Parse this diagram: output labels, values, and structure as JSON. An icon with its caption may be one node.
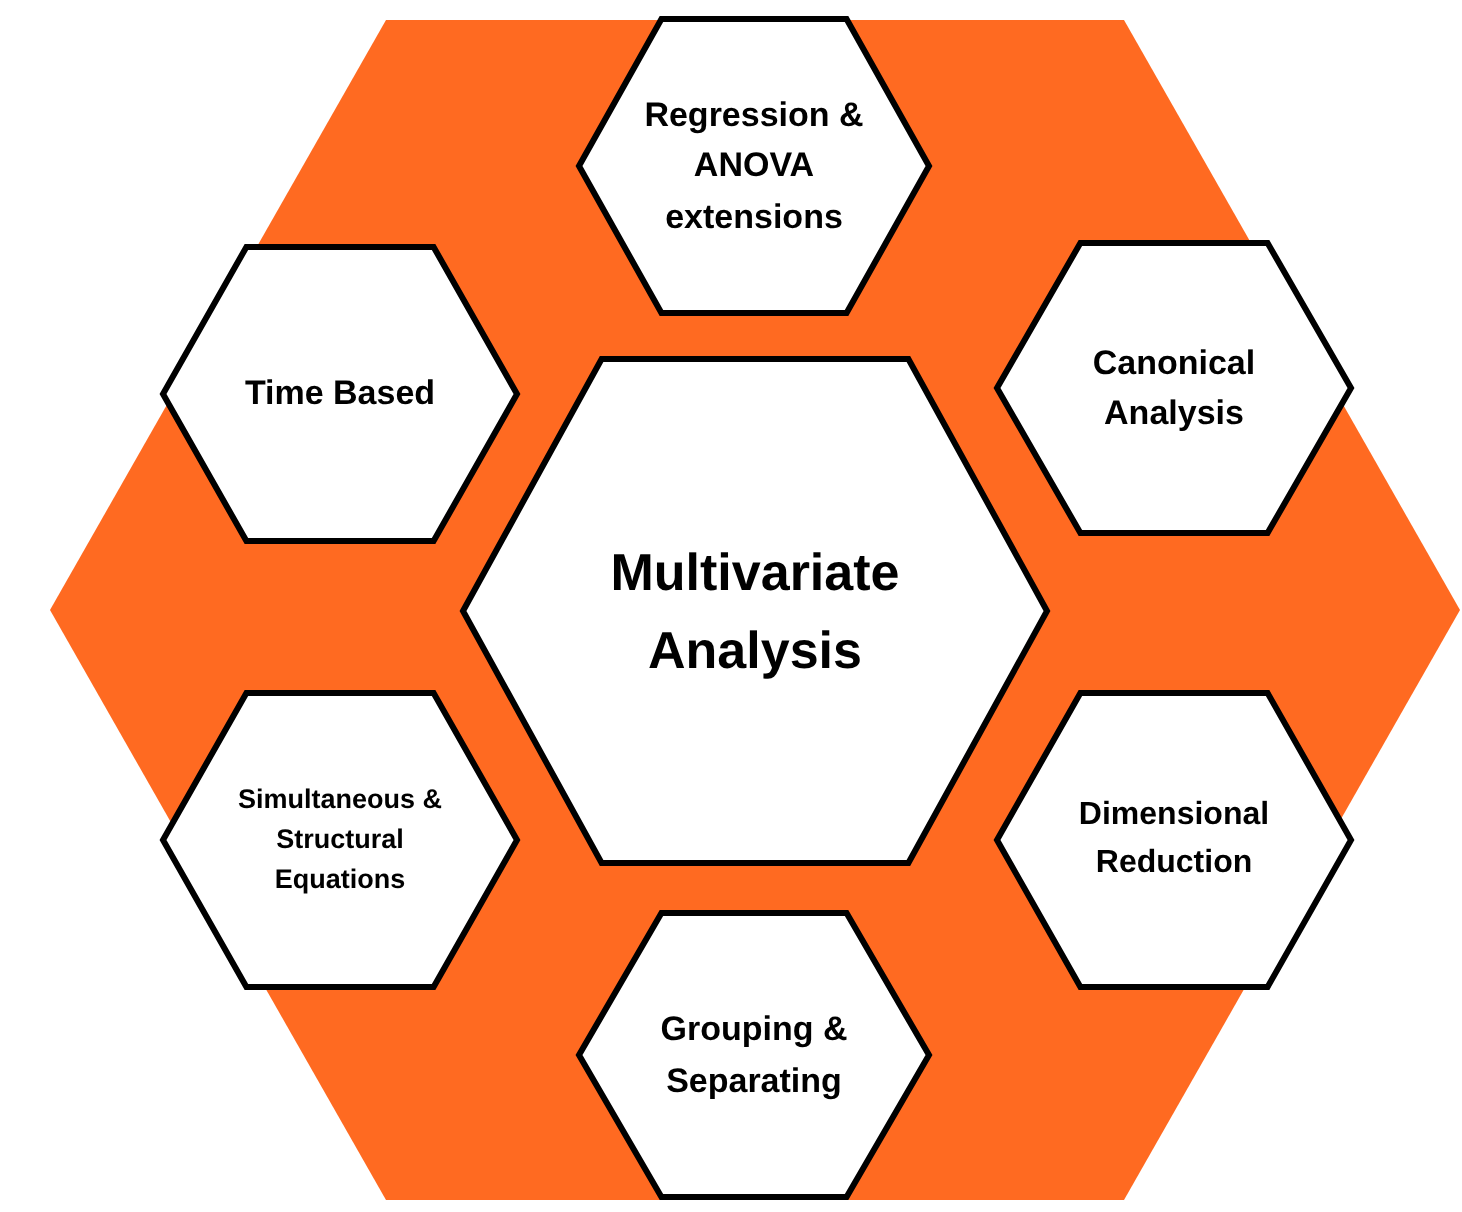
{
  "diagram": {
    "nodes": [
      {
        "text": [
          "Regression & ANOVA extensions"
        ]
      },
      {
        "text": [
          "Time Based"
        ]
      },
      {
        "text": [
          "Canonical Analysis"
        ]
      },
      {
        "text": [
          "Multivariate Analysis"
        ]
      },
      {
        "text": [
          "Simultaneous & Structural Equations"
        ]
      },
      {
        "text": [
          "Dimensional Reduction"
        ]
      },
      {
        "text": [
          "Grouping & Separating"
        ]
      }
    ]
  }
}
